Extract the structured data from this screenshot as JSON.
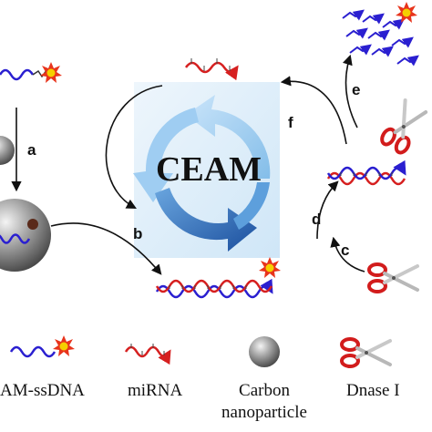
{
  "diagram": {
    "center_title": "CEAM",
    "step_labels": {
      "a": "a",
      "b": "b",
      "c": "c",
      "d": "d",
      "e": "e",
      "f": "f"
    },
    "legend": {
      "ssdna": "AM-ssDNA",
      "mirna": "miRNA",
      "carbon_line1": "Carbon",
      "carbon_line2": "nanoparticle",
      "dnase": "Dnase I"
    },
    "colors": {
      "ssdna_strand": "#2a1fd0",
      "mirna_strand": "#d62020",
      "fluorophore": "#e8341c",
      "fluorophore_core": "#f5d000",
      "cycle_light": "#a9d4f5",
      "cycle_dark": "#1e5fb8",
      "nanoparticle": "#8c8c8c"
    }
  }
}
